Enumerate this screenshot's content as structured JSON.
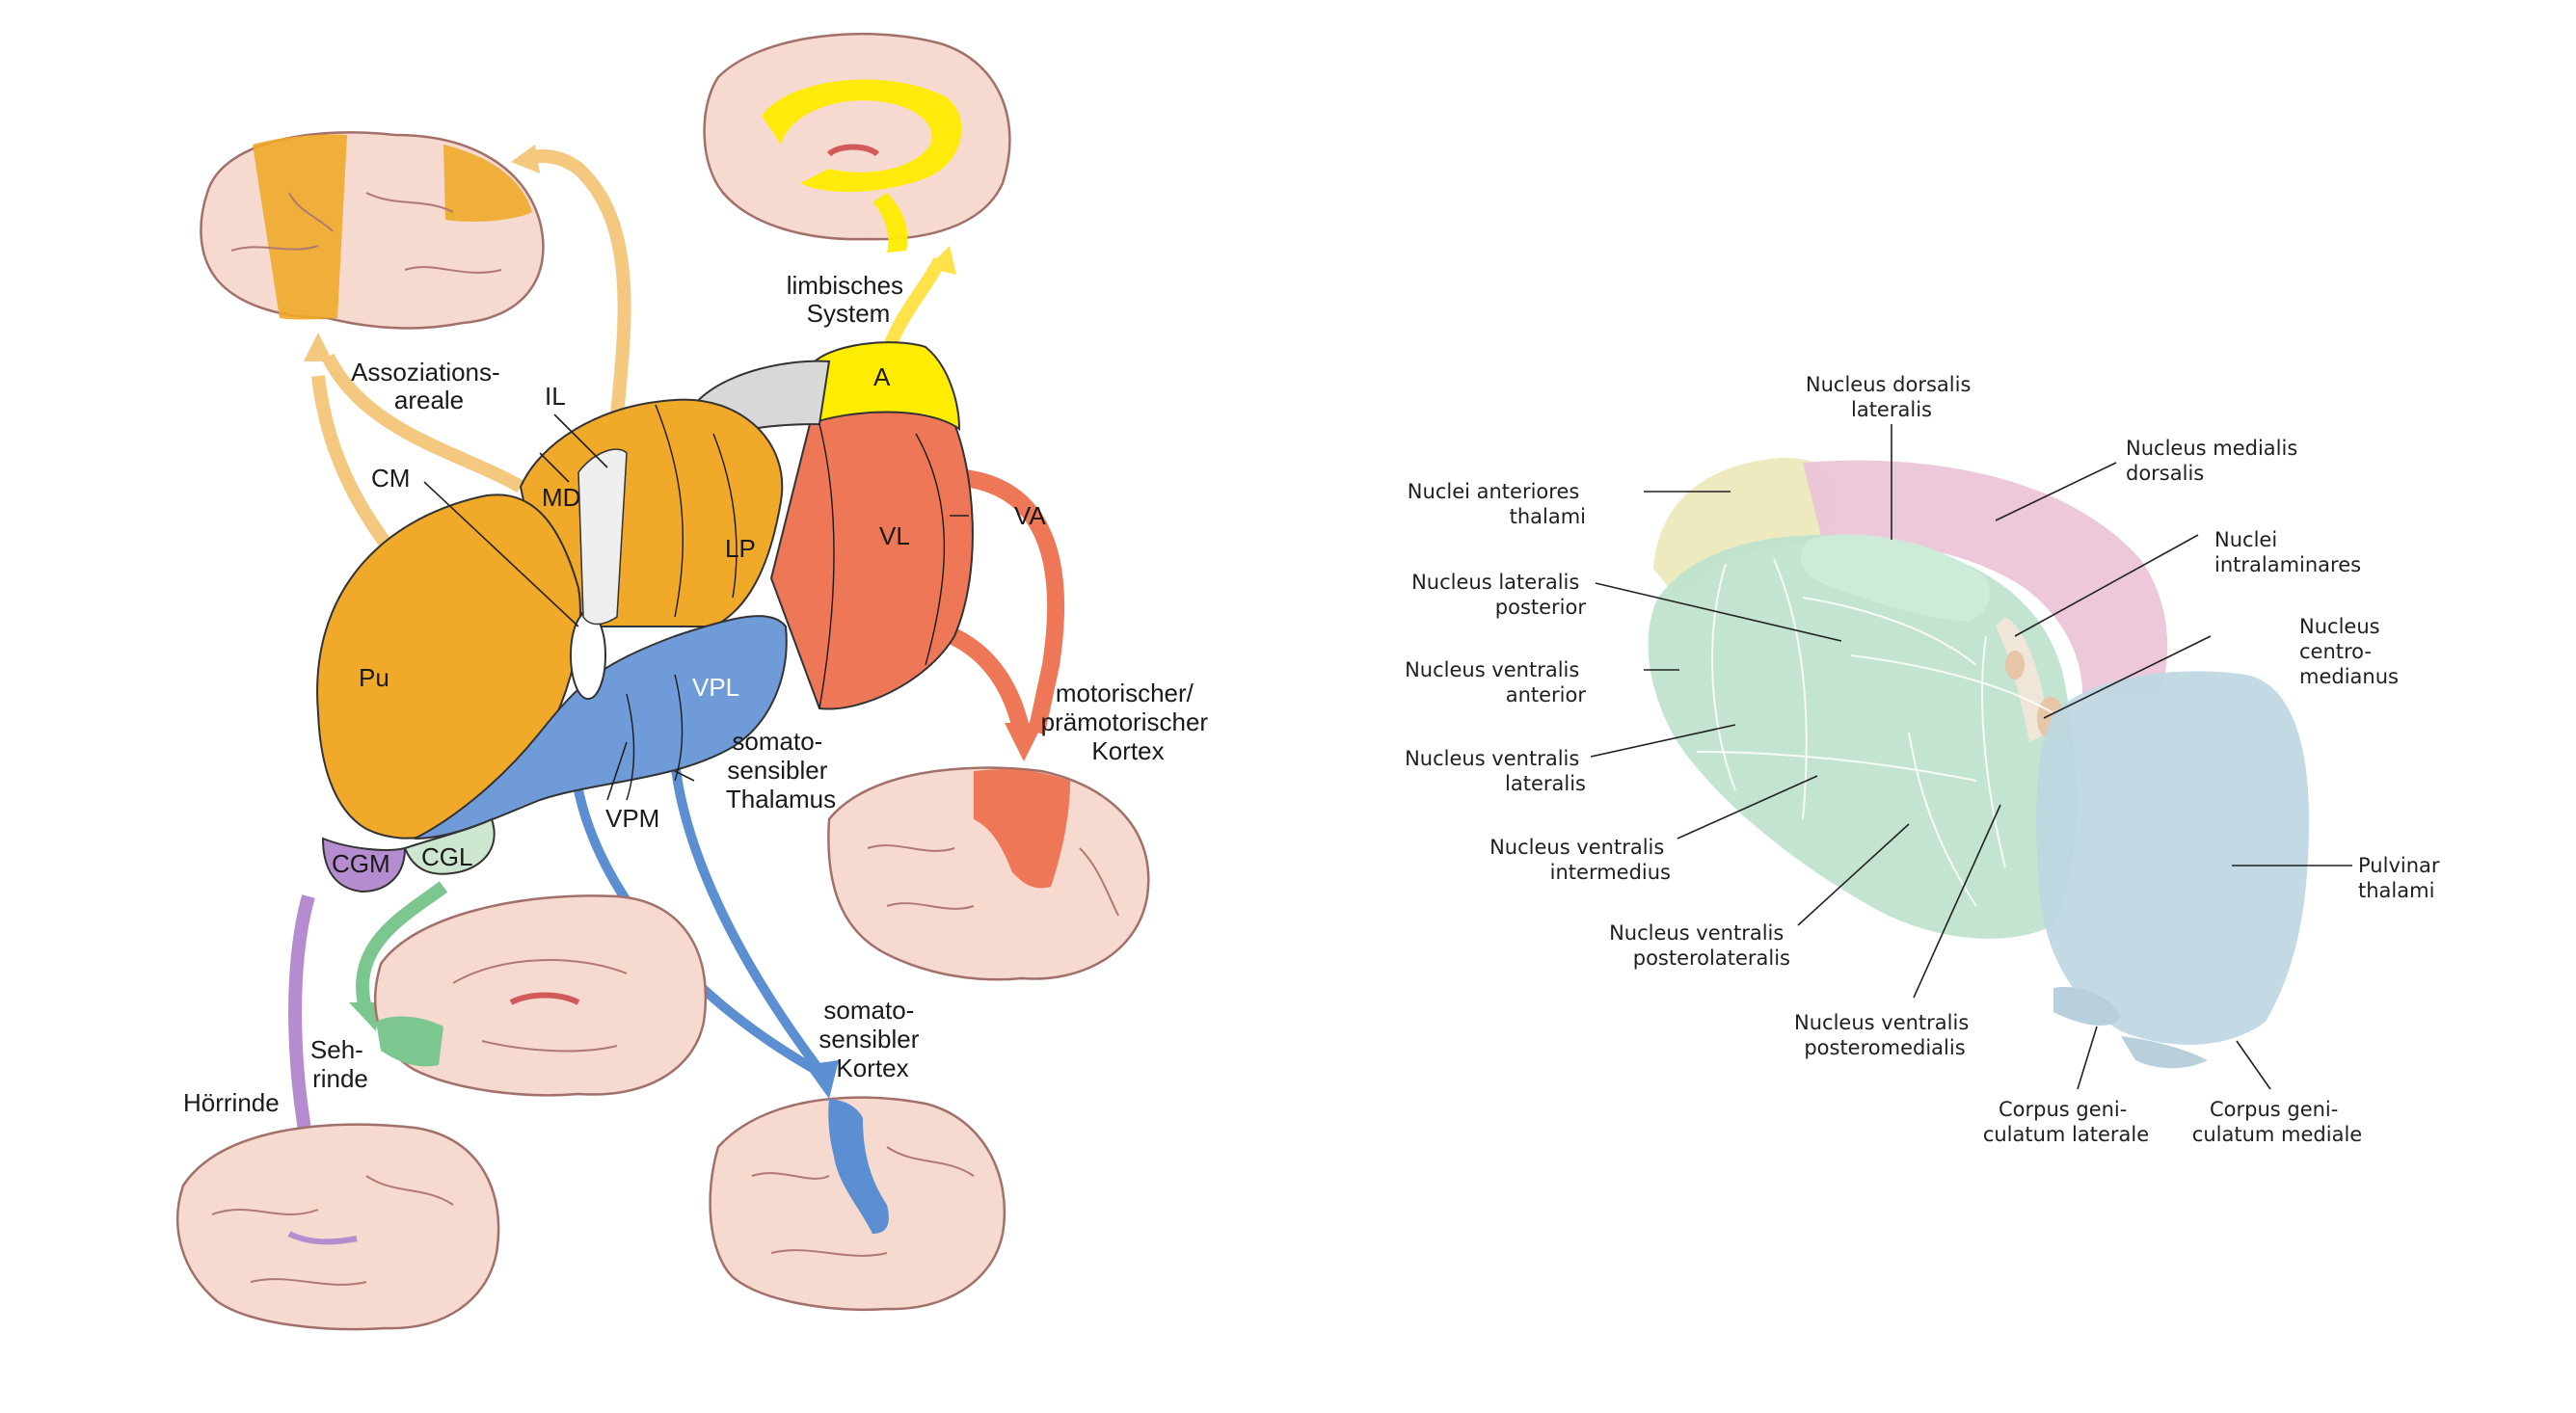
{
  "left_diagram": {
    "labels": {
      "assoziation": [
        "Assoziations-",
        "areale"
      ],
      "limbisch": [
        "limbisches",
        "System"
      ],
      "il": "IL",
      "cm": "CM",
      "md": "MD",
      "a": "A",
      "lp": "LP",
      "vl": "VL",
      "va": "VA",
      "pu": "Pu",
      "vpl": "VPL",
      "vpm": "VPM",
      "cgm": "CGM",
      "cgl": "CGL",
      "somato_thalamus": [
        "somato-",
        "sensibler",
        "Thalamus"
      ],
      "motorischer": [
        "motorischer/",
        "prämotorischer",
        "Kortex"
      ],
      "sehrinde": [
        "Seh-",
        "rinde"
      ],
      "hoerrinde": "Hörrinde",
      "somato_kortex": [
        "somato-",
        "sensibler",
        "Kortex"
      ]
    },
    "colors": {
      "orange": "#f0a929",
      "yellow": "#ffec00",
      "red": "#ee7757",
      "blue": "#6f9bd8",
      "purple": "#b58ccf",
      "green": "#7cc68f",
      "brain": "#f6d9cf"
    }
  },
  "right_diagram": {
    "labels": {
      "dorsalis_lateralis": [
        "Nucleus dorsalis",
        "lateralis"
      ],
      "medialis_dorsalis": [
        "Nucleus medialis",
        "dorsalis"
      ],
      "anteriores": [
        "Nuclei anteriores",
        "thalami"
      ],
      "intralaminares": [
        "Nuclei",
        "intralaminares"
      ],
      "lateralis_posterior": [
        "Nucleus lateralis",
        "posterior"
      ],
      "centromedianus": [
        "Nucleus",
        "centro-",
        "medianus"
      ],
      "ventralis_anterior": [
        "Nucleus ventralis",
        "anterior"
      ],
      "ventralis_lateralis": [
        "Nucleus ventralis",
        "lateralis"
      ],
      "ventralis_intermedius": [
        "Nucleus ventralis",
        "intermedius"
      ],
      "pulvinar": [
        "Pulvinar",
        "thalami"
      ],
      "posterolateralis": [
        "Nucleus ventralis",
        "posterolateralis"
      ],
      "posteromedialis": [
        "Nucleus ventralis",
        "posteromedialis"
      ],
      "geniculatum_laterale": [
        "Corpus geni-",
        "culatum laterale"
      ],
      "geniculatum_mediale": [
        "Corpus geni-",
        "culatum mediale"
      ]
    },
    "colors": {
      "green": "#bfe3cf",
      "pink": "#ecc5d9",
      "cream": "#ece9bd",
      "lightblue": "#bcd6e2",
      "tan": "#e6c6a6"
    }
  }
}
